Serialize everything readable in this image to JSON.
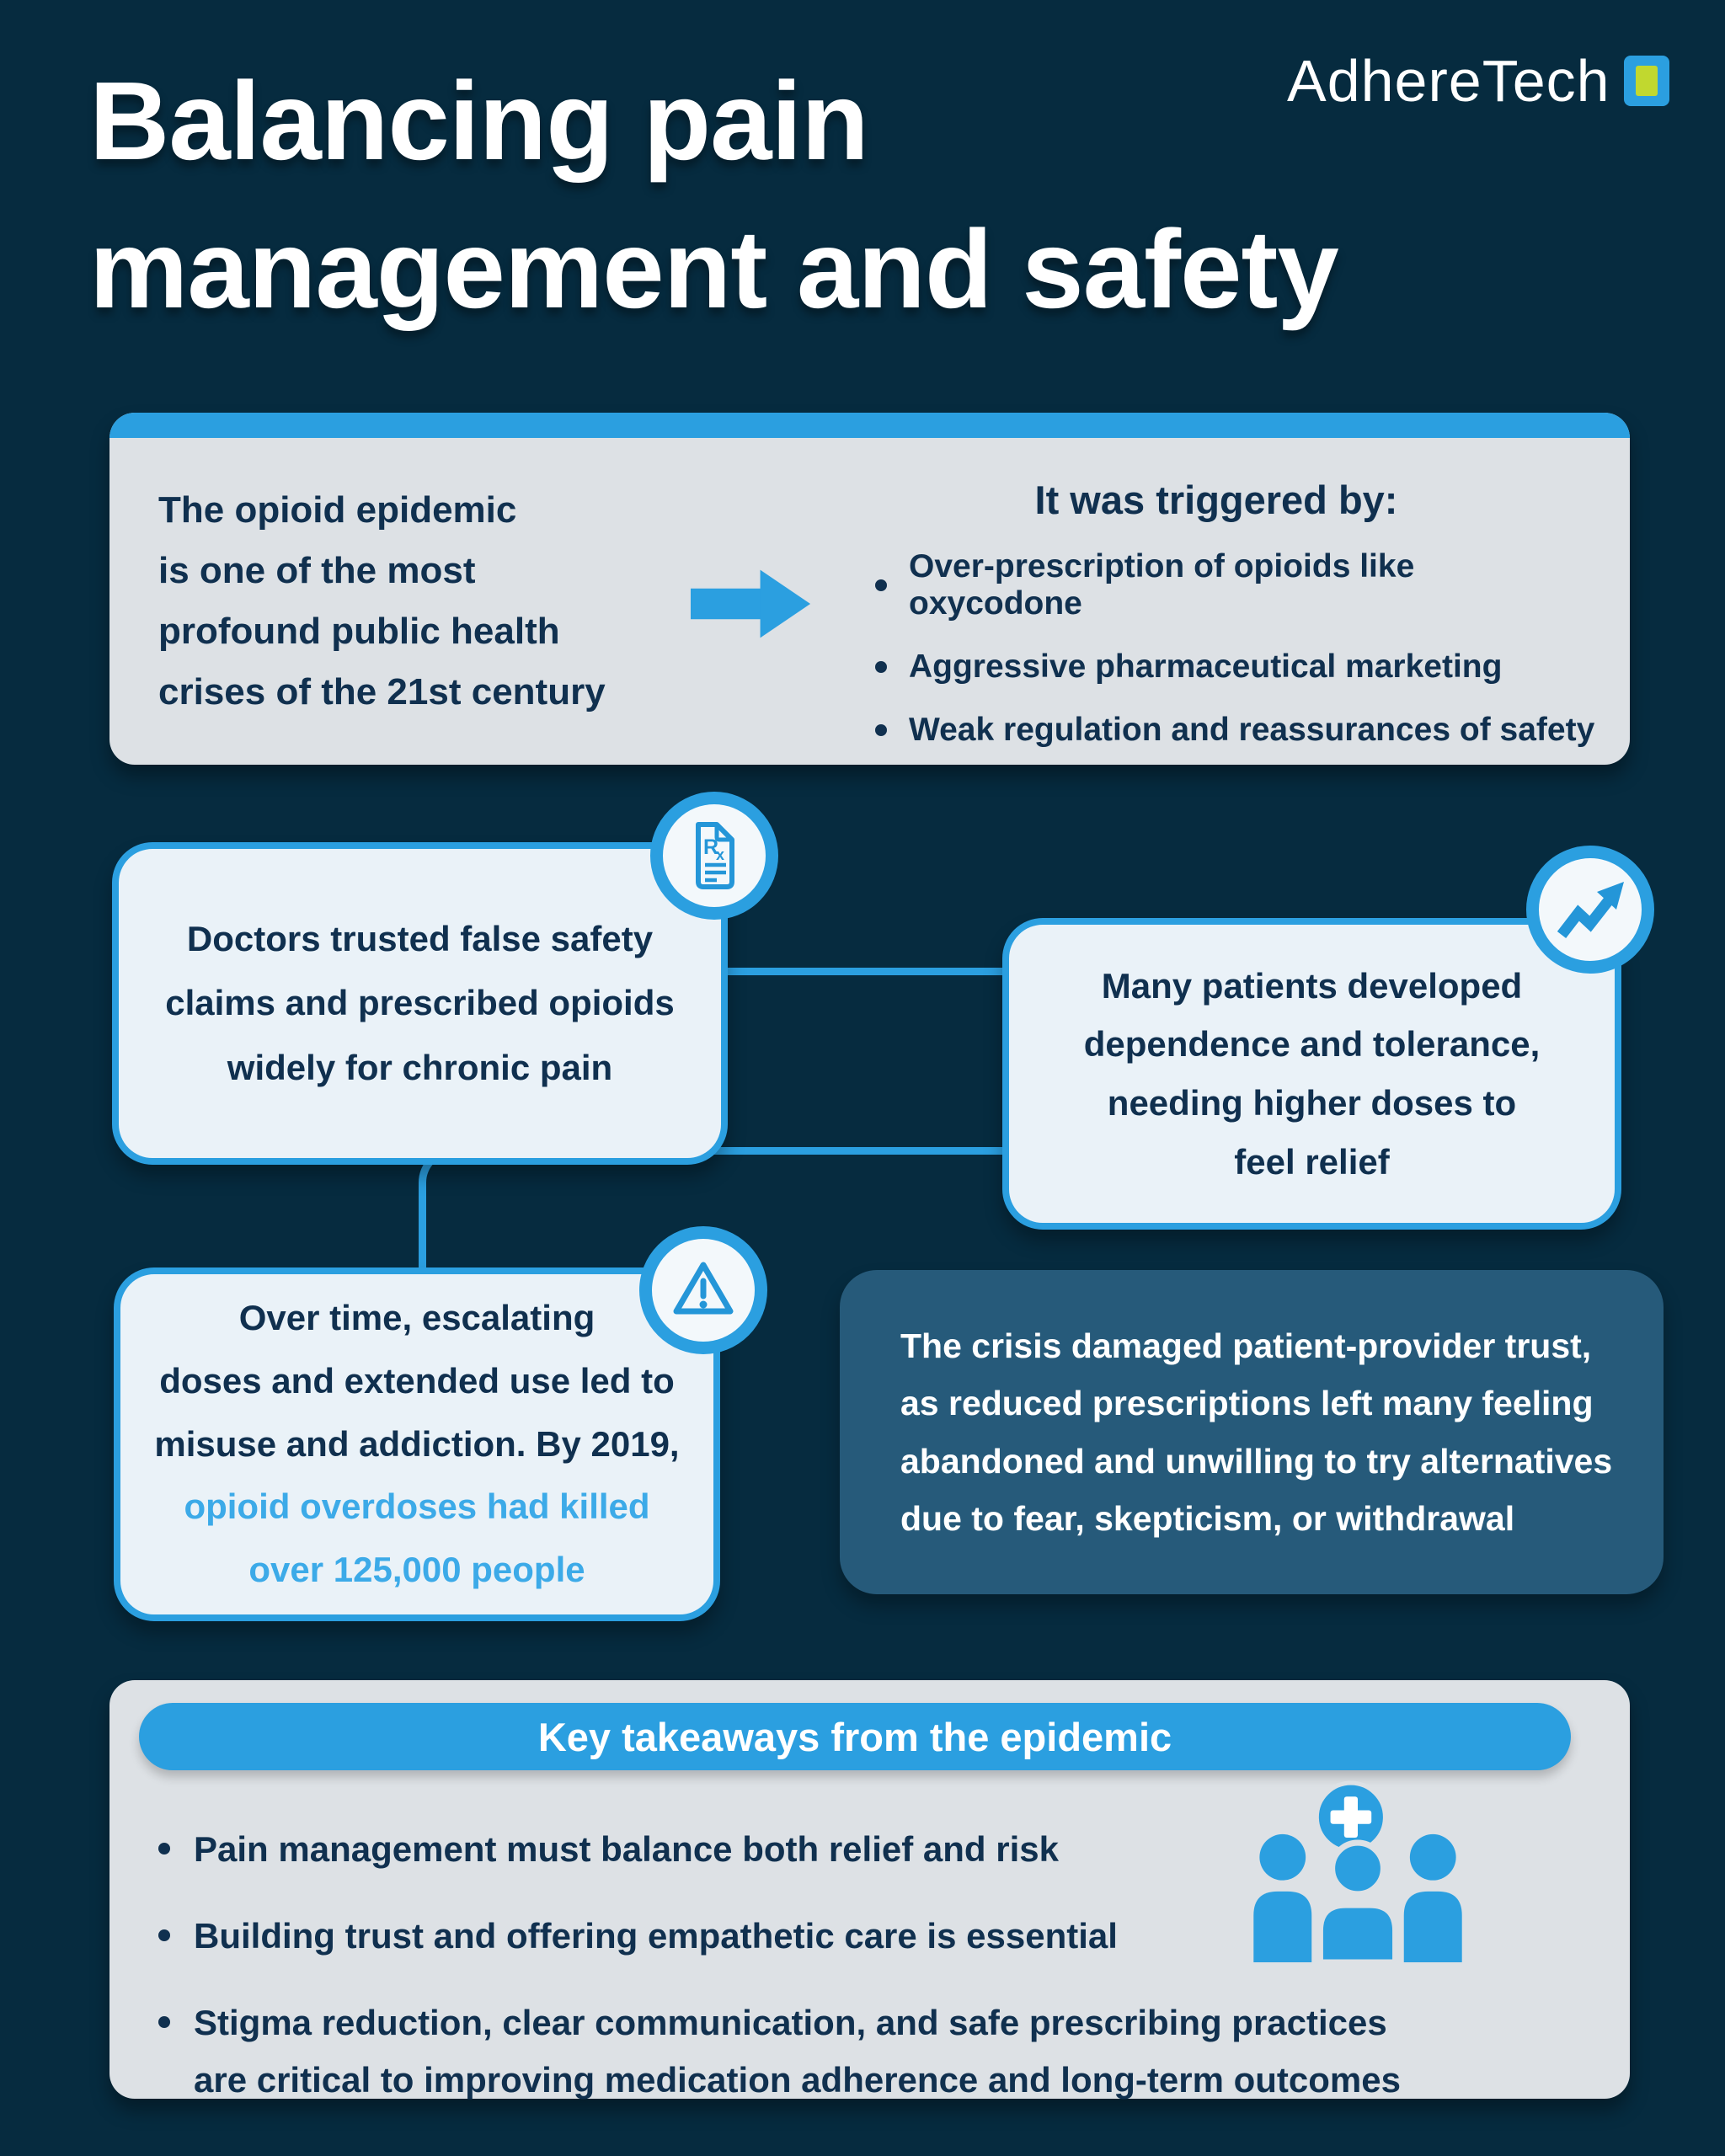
{
  "colors": {
    "background_navy": "#062b3f",
    "accent_blue": "#2b9fe0",
    "highlight_blue": "#3caae8",
    "light_gray_card": "#dde1e5",
    "pale_blue_card": "#eaf2f8",
    "mid_blue_card": "#265a7a",
    "navy_text": "#10304f",
    "logo_green": "#c1d82f",
    "white": "#ffffff"
  },
  "logo": {
    "name": "AdhereTech"
  },
  "title": {
    "lines": [
      "Balancing pain",
      "management and safety"
    ]
  },
  "intro_card": {
    "statement_lines": [
      "The opioid epidemic",
      "is one of the most",
      "profound public health",
      "crises of the 21st century"
    ],
    "triggers_heading": "It was triggered by:",
    "triggers": [
      "Over-prescription of opioids like oxycodone",
      "Aggressive pharmaceutical marketing",
      "Weak regulation and reassurances of safety"
    ]
  },
  "doctors_card": {
    "lines": [
      "Doctors trusted false safety",
      "claims and prescribed opioids",
      "widely for chronic pain"
    ]
  },
  "patients_card": {
    "lines": [
      "Many patients developed",
      "dependence and tolerance,",
      "needing higher doses to",
      "feel relief"
    ]
  },
  "overtime_card": {
    "lines": [
      "Over time, escalating",
      "doses and extended use led to",
      "misuse and addiction. By 2019,"
    ],
    "highlight_lines": [
      "opioid overdoses had killed",
      "over 125,000 people"
    ]
  },
  "crisis_card": {
    "lines": [
      "The crisis damaged patient-provider trust,",
      "as reduced prescriptions left many feeling",
      "abandoned and unwilling to try alternatives",
      "due to fear, skepticism, or withdrawal"
    ]
  },
  "takeaways": {
    "heading": "Key takeaways from the epidemic",
    "bullets": [
      {
        "lines": [
          "Pain management must balance both relief and risk"
        ]
      },
      {
        "lines": [
          "Building trust and offering empathetic care is essential"
        ]
      },
      {
        "lines": [
          "Stigma reduction, clear communication, and safe prescribing practices",
          "are critical to improving medication adherence and long-term outcomes"
        ]
      }
    ]
  },
  "icons": {
    "logo_mark": "blue-square-with-green-inner-square",
    "trigger_arrow": "solid-right-arrow",
    "prescription": "rx-prescription-document",
    "trend_up": "zigzag-up-arrow",
    "warning": "warning-triangle-exclamation",
    "care_team": "three-people-with-medical-cross"
  }
}
